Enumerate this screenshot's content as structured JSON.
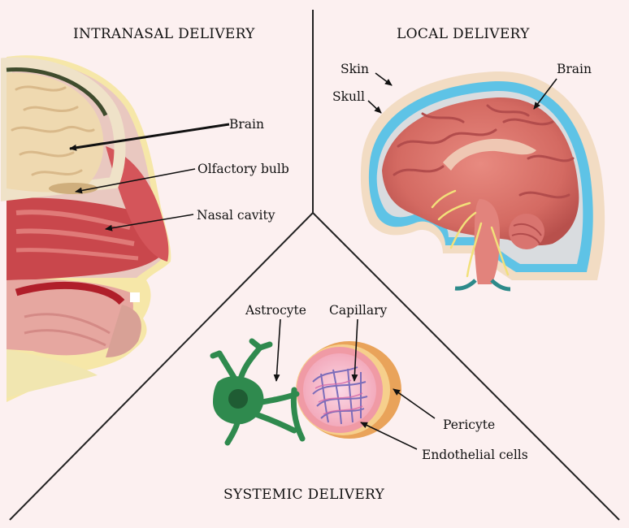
{
  "sections": {
    "intranasal": {
      "title": "INTRANASAL DELIVERY",
      "labels": {
        "brain": "Brain",
        "olfactory": "Olfactory bulb",
        "nasal": "Nasal cavity"
      }
    },
    "local": {
      "title": "LOCAL DELIVERY",
      "labels": {
        "skin": "Skin",
        "skull": "Skull",
        "brain": "Brain"
      }
    },
    "systemic": {
      "title": "SYSTEMIC DELIVERY",
      "labels": {
        "astrocyte": "Astrocyte",
        "capillary": "Capillary",
        "pericyte": "Pericyte",
        "endothelial": "Endothelial cells"
      }
    }
  },
  "colors": {
    "background": "#fcf0f0",
    "divider": "#222222",
    "brain": "#efd9b0",
    "tissue": "#c94a4e",
    "astrocyte": "#2f8a4e",
    "pericyte": "#e9a35a",
    "skull": "#f2dcc3",
    "csf": "#5ec3e6"
  }
}
